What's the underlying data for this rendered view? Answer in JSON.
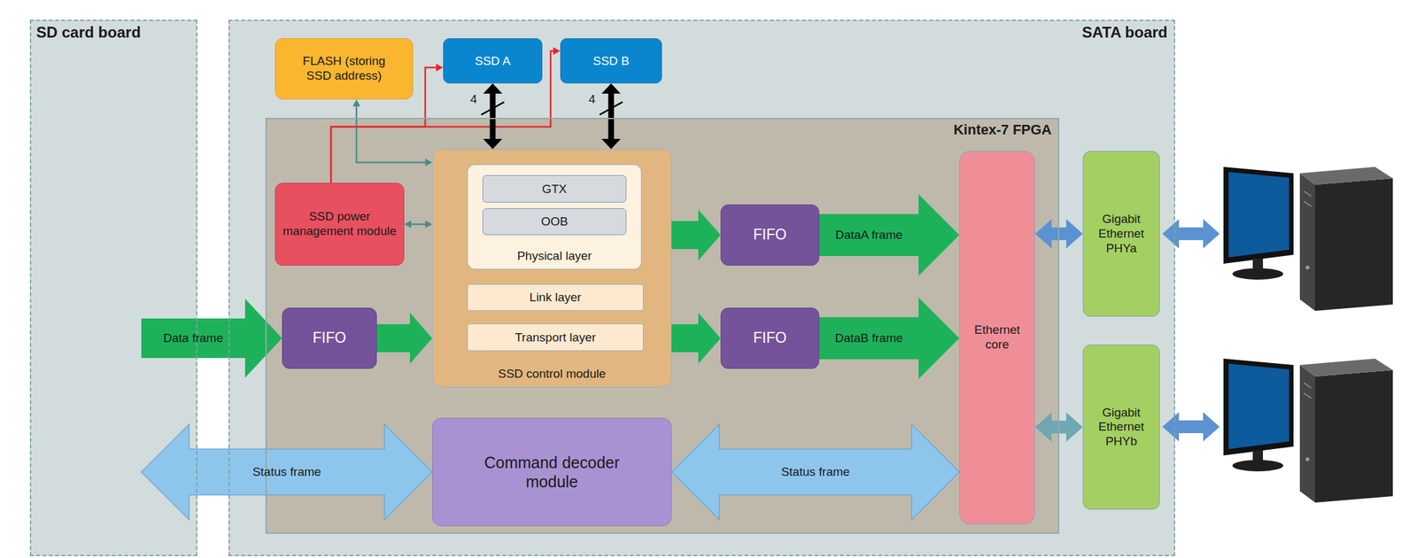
{
  "diagram": {
    "nodes": [
      {
        "text": [
          "SD card board"
        ]
      },
      {
        "text": [
          "SATA board"
        ]
      },
      {
        "text": [
          "FLASH (storing SSD address)"
        ],
        "in": 1
      },
      {
        "text": [
          "SSD A"
        ],
        "in": 1
      },
      {
        "text": [
          "SSD B"
        ],
        "in": 1
      },
      {
        "text": [
          "Kintex-7 FPGA"
        ],
        "in": 1
      },
      {
        "text": [
          "SSD power management module"
        ],
        "in": 5
      },
      {
        "text": [
          "SSD control module"
        ],
        "in": 5
      },
      {
        "text": [
          "Physical layer"
        ],
        "in": 7
      },
      {
        "text": [
          "GTX"
        ],
        "in": 8
      },
      {
        "text": [
          "OOB"
        ],
        "in": 8
      },
      {
        "text": [
          "Link layer"
        ],
        "in": 7
      },
      {
        "text": [
          "Transport layer"
        ],
        "in": 7
      },
      {
        "text": [
          "FIFO"
        ],
        "in": 5
      },
      {
        "text": [
          "FIFO"
        ],
        "in": 5
      },
      {
        "text": [
          "FIFO"
        ],
        "in": 5
      },
      {
        "text": [
          "Command decoder module"
        ],
        "in": 5
      },
      {
        "text": [
          "Ethernet core"
        ],
        "in": 5
      },
      {
        "text": [
          "Gigabit Ethernet PHYa"
        ],
        "in": 1
      },
      {
        "text": [
          "Gigabit Ethernet PHYb"
        ],
        "in": 1
      }
    ],
    "edges": [
      {
        "from": 0,
        "to": 13,
        "arrow": "to",
        "label": "Data frame"
      },
      {
        "from": 13,
        "to": 7,
        "arrow": "to"
      },
      {
        "from": 7,
        "to": 14,
        "arrow": "to"
      },
      {
        "from": 7,
        "to": 15,
        "arrow": "to"
      },
      {
        "from": 14,
        "to": 17,
        "arrow": "to",
        "label": "DataA frame"
      },
      {
        "from": 15,
        "to": 17,
        "arrow": "to",
        "label": "DataB frame"
      },
      {
        "from": 0,
        "to": 16,
        "arrow": "both",
        "label": "Status frame"
      },
      {
        "from": 16,
        "to": 17,
        "arrow": "both",
        "label": "Status frame"
      },
      {
        "from": 6,
        "to": 7,
        "arrow": "both"
      },
      {
        "from": 2,
        "to": 7,
        "arrow": "both"
      },
      {
        "from": 6,
        "to": 3,
        "arrow": "to"
      },
      {
        "from": 6,
        "to": 4,
        "arrow": "to"
      },
      {
        "from": 3,
        "to": 7,
        "arrow": "both",
        "label": "4"
      },
      {
        "from": 4,
        "to": 7,
        "arrow": "both",
        "label": "4"
      },
      {
        "from": 17,
        "to": 18,
        "arrow": "both"
      },
      {
        "from": 17,
        "to": 19,
        "arrow": "both"
      }
    ]
  }
}
